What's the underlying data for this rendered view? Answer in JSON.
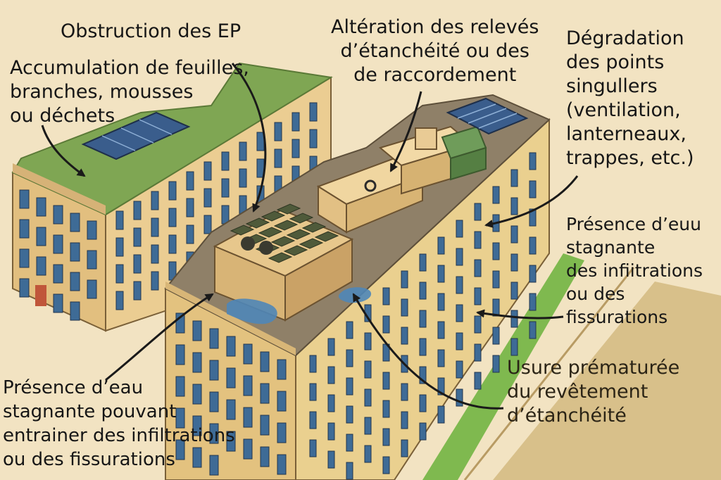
{
  "labels": {
    "obstruction": "Obstruction des EP",
    "accumulation": "Accumulation de feuilles,\nbranches, mousses\nou déchets",
    "alteration": "Altération des relevés\nd’étanchéité ou des\nde raccordement",
    "degradation": "Dégradation\ndes points\nsingullers\n(ventilation,\nlanterneaux,\ntrappes, etc.)",
    "presence_right": "Présence d’euu\nstagnante\ndes infiitrations\nou des fissurations",
    "usure": "Usure prématurée\ndu revêtement\nd’étanchéité",
    "presence_left": "Présence d’eau\nstagnante pouvant\nentrainer des infiltrations\nou des fissurations"
  },
  "colors": {
    "background": "#f2e3c2",
    "facade": "#e9c98b",
    "roof": "#8f8068",
    "green_roof": "#7fa653",
    "windows": "#3e6b96",
    "water": "#4f86b8",
    "solar_panels": "#3a5d8c",
    "arrows": "#1a1a1a"
  },
  "icons": [
    "arrow-icon",
    "water-puddle-icon",
    "solar-panel-icon",
    "vent-unit-icon"
  ]
}
